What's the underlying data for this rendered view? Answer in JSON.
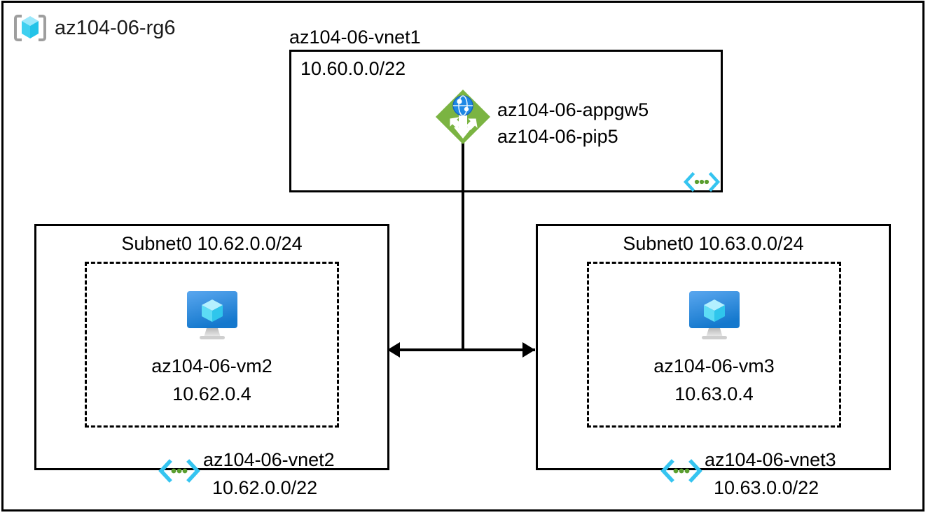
{
  "diagram": {
    "type": "azure-architecture",
    "resource_group": {
      "name": "az104-06-rg6",
      "icon": "resource-group-cube-icon"
    },
    "vnet1": {
      "title": "az104-06-vnet1",
      "address_space": "10.60.0.0/22",
      "peering_icon": "vnet-peering-icon",
      "gateway": {
        "icon": "application-gateway-icon",
        "label_line1": "az104-06-appgw5",
        "label_line2": "az104-06-pip5"
      }
    },
    "vnet2": {
      "subnet_label": "Subnet0 10.62.0.0/24",
      "vnet_name": "az104-06-vnet2",
      "address_space": "10.62.0.0/22",
      "peering_icon": "vnet-peering-icon",
      "vm": {
        "icon": "virtual-machine-icon",
        "name": "az104-06-vm2",
        "ip": "10.62.0.4"
      }
    },
    "vnet3": {
      "subnet_label": "Subnet0 10.63.0.0/24",
      "vnet_name": "az104-06-vnet3",
      "address_space": "10.63.0.0/22",
      "peering_icon": "vnet-peering-icon",
      "vm": {
        "icon": "virtual-machine-icon",
        "name": "az104-06-vm3",
        "ip": "10.63.0.4"
      }
    },
    "colors": {
      "border": "#000000",
      "background": "#ffffff",
      "appgw_green": "#7bb442",
      "appgw_globe_blue": "#2196f3",
      "peering_cyan": "#35c4f0",
      "peering_green": "#5a9e2f",
      "vm_blue": "#2f8fe0",
      "cube_cyan": "#50e6ff",
      "rg_bracket_gray": "#9e9e9e"
    }
  }
}
